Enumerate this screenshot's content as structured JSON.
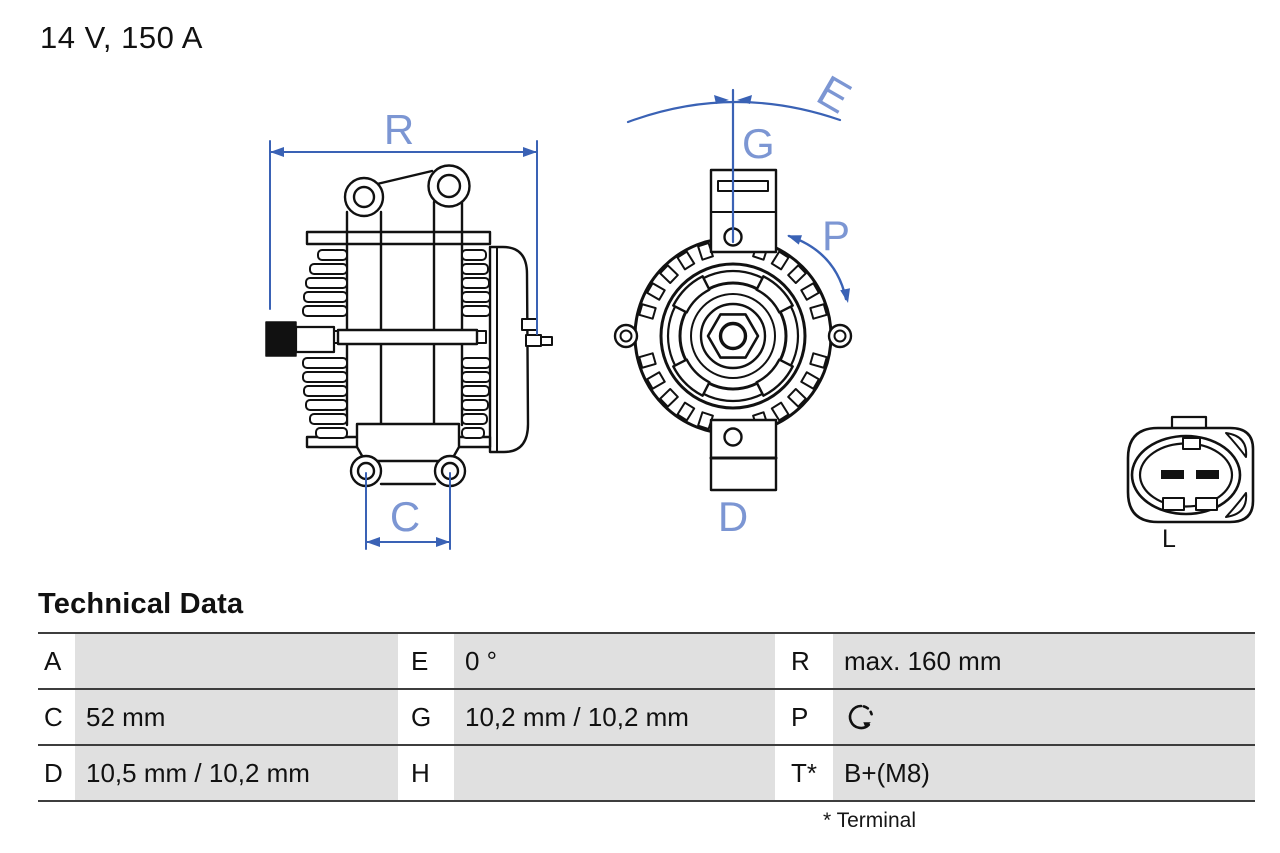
{
  "title": "14 V, 150 A",
  "diagram": {
    "labels": {
      "R": "R",
      "C": "C",
      "E": "E",
      "G": "G",
      "P": "P",
      "D": "D",
      "connector_pinout": "L"
    },
    "colors": {
      "dimension_line": "#3a62b5",
      "dimension_label": "#7c96d3",
      "drawing_line": "#111111",
      "table_cell_gray": "#e0e0e0"
    }
  },
  "table": {
    "heading": "Technical Data",
    "footnote": "* Terminal",
    "rows": [
      [
        {
          "label": "A",
          "value": ""
        },
        {
          "label": "E",
          "value": "0 °"
        },
        {
          "label": "R",
          "value": "max. 160 mm"
        }
      ],
      [
        {
          "label": "C",
          "value": "52 mm"
        },
        {
          "label": "G",
          "value": "10,2 mm / 10,2 mm"
        },
        {
          "label": "P",
          "value": "",
          "icon": "rotation-direction-icon"
        }
      ],
      [
        {
          "label": "D",
          "value": "10,5 mm / 10,2 mm"
        },
        {
          "label": "H",
          "value": ""
        },
        {
          "label": "T*",
          "value": "B+(M8)"
        }
      ]
    ]
  }
}
